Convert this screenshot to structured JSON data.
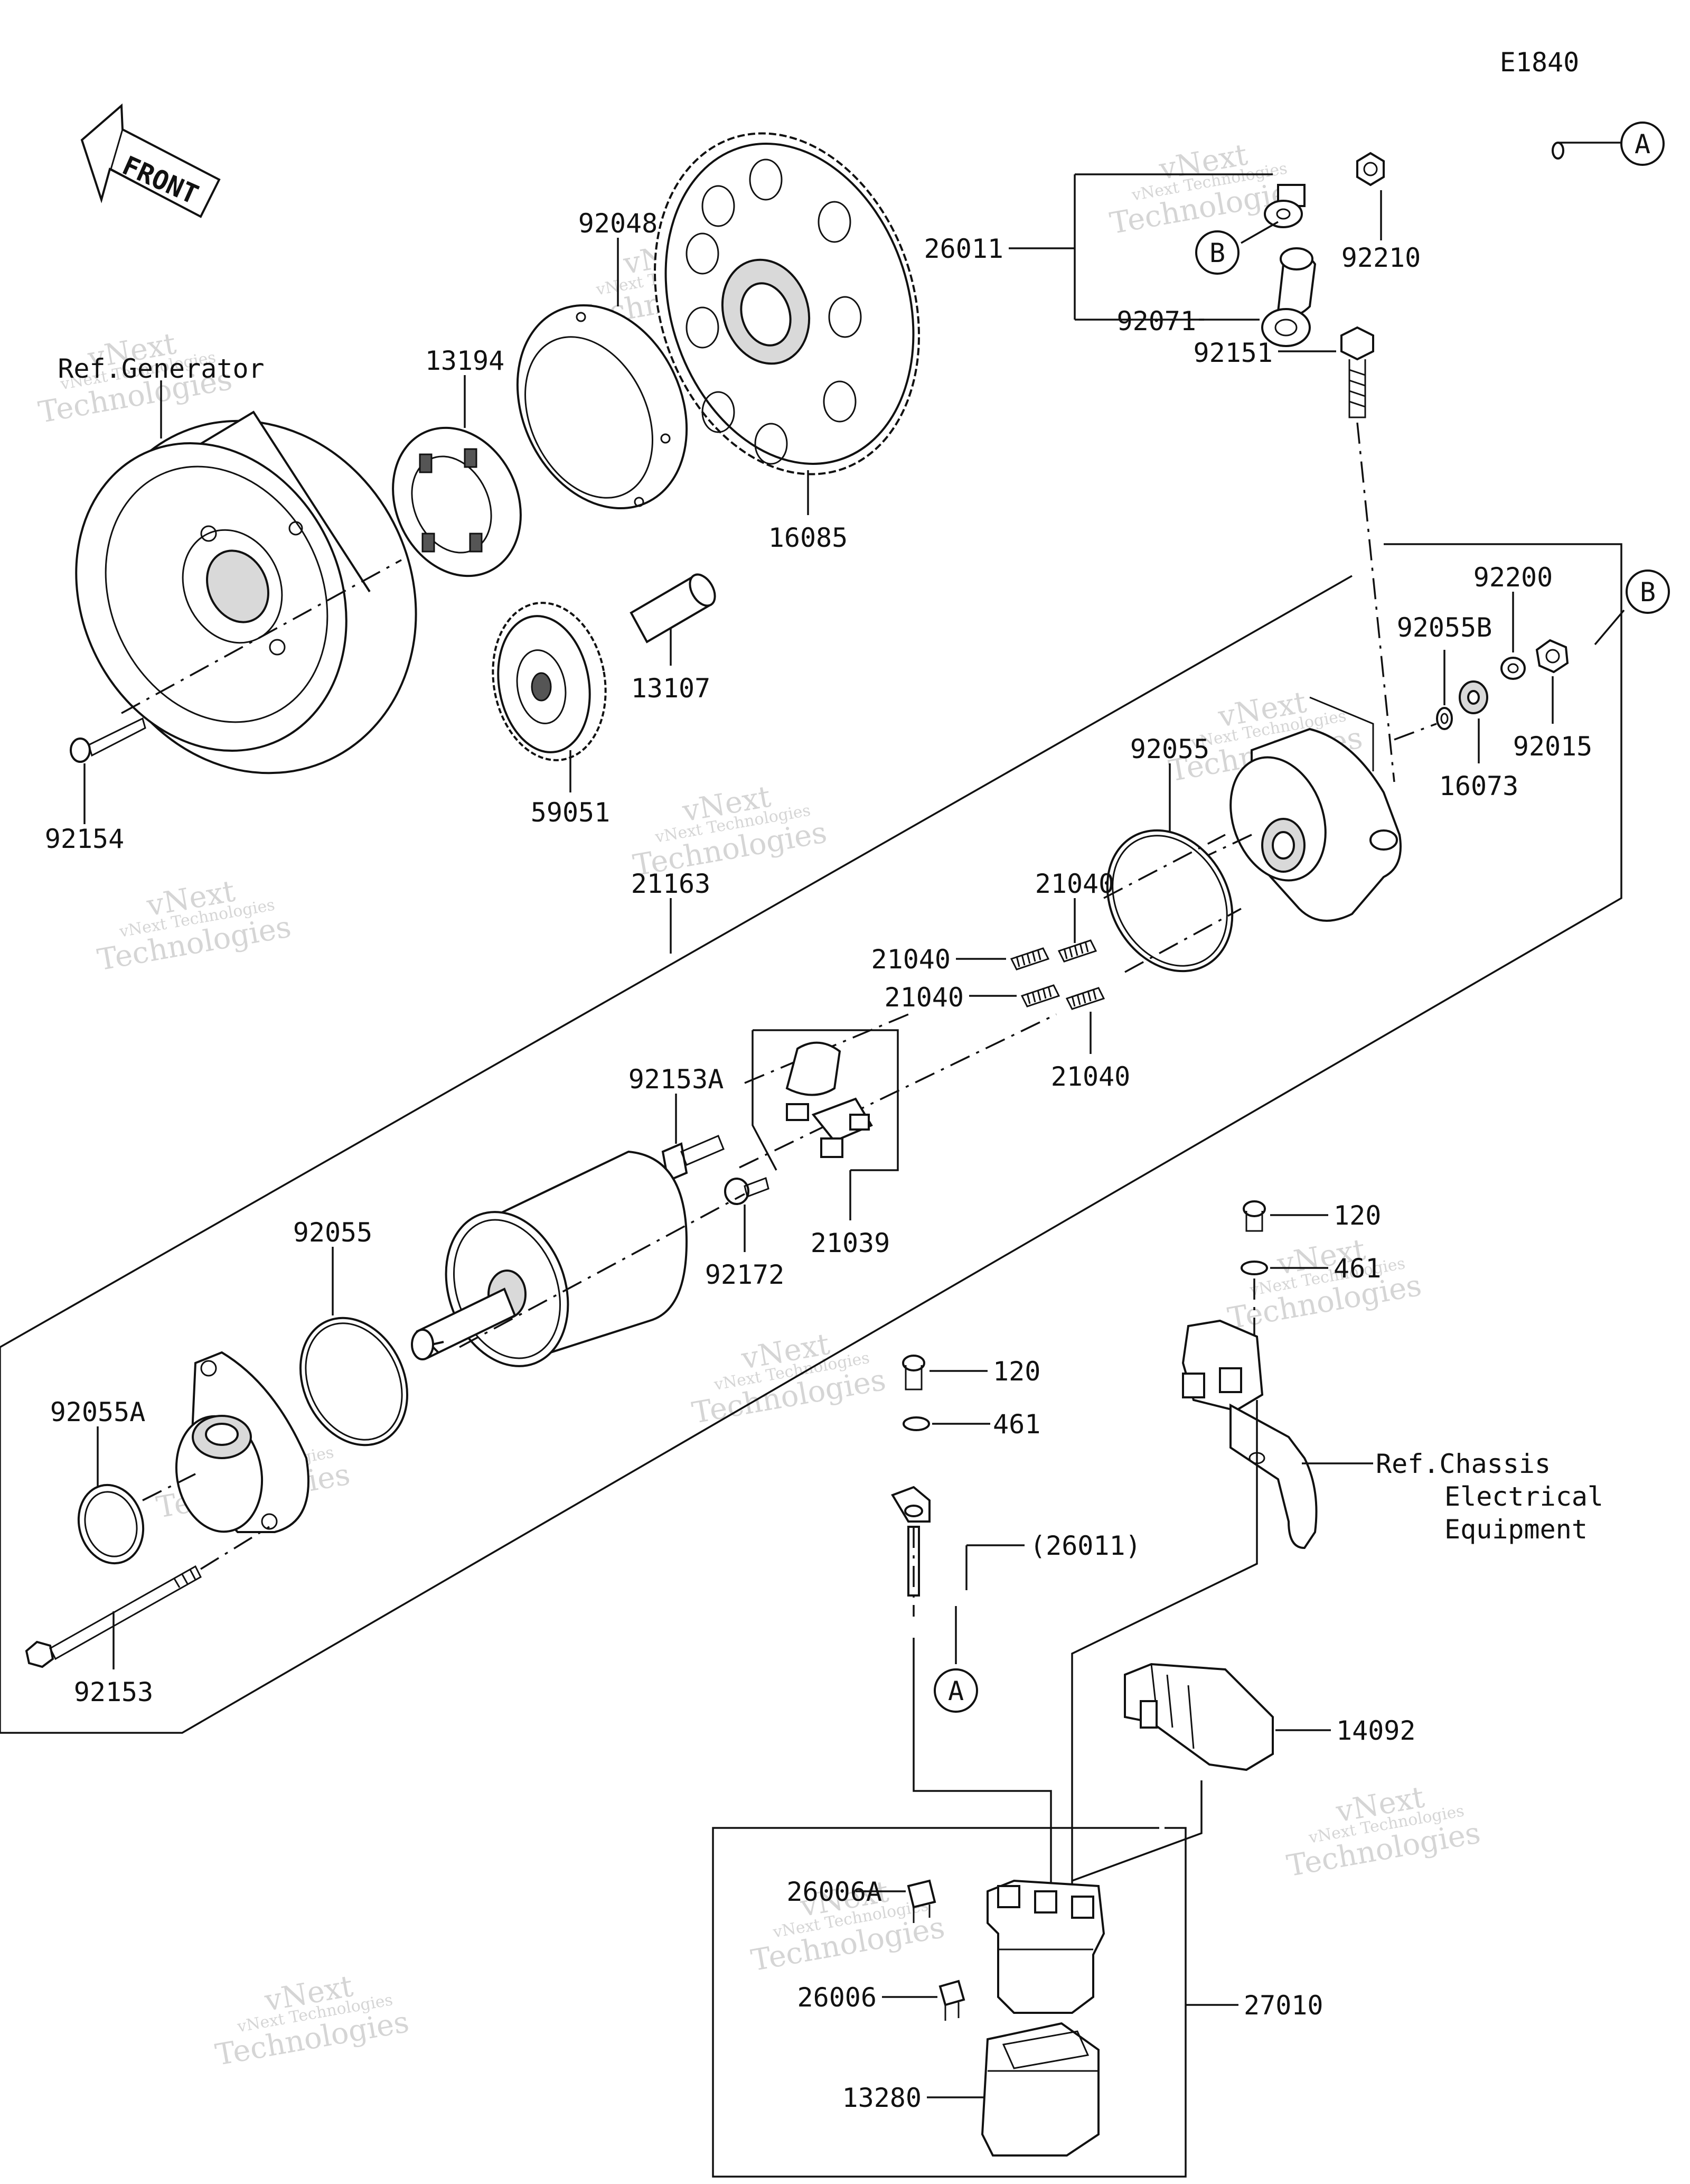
{
  "diagram_code": "E1840",
  "front_label": "FRONT",
  "watermark": {
    "brand": "vNext",
    "company": "vNext Technologies",
    "word": "Technologies"
  },
  "labels": {
    "ref_generator": "Ref.Generator",
    "ref_chassis_1": "Ref.Chassis",
    "ref_chassis_2": "Electrical",
    "ref_chassis_3": "Equipment",
    "p92048": "92048",
    "p13194": "13194",
    "p16085": "16085",
    "p26011": "26011",
    "p92210": "92210",
    "p92071": "92071",
    "p13107": "13107",
    "p59051": "59051",
    "p92154": "92154",
    "p92151": "92151",
    "p92200": "92200",
    "p92055B": "92055B",
    "p16073": "16073",
    "p92015": "92015",
    "p92055_top": "92055",
    "p21163": "21163",
    "p21040_a": "21040",
    "p21040_b": "21040",
    "p21040_c": "21040",
    "p21040_d": "21040",
    "p92153A": "92153A",
    "p92172": "92172",
    "p21039": "21039",
    "p92055_bottom": "92055",
    "p92055A": "92055A",
    "p92153": "92153",
    "p120_a": "120",
    "p461_a": "461",
    "p120_b": "120",
    "p461_b": "461",
    "p26011_ref": "(26011)",
    "p14092": "14092",
    "p26006A": "26006A",
    "p26006": "26006",
    "p27010": "27010",
    "p13280": "13280"
  },
  "callouts": {
    "a_top": "A",
    "b_top": "B",
    "b_right": "B",
    "a_bottom": "A"
  }
}
